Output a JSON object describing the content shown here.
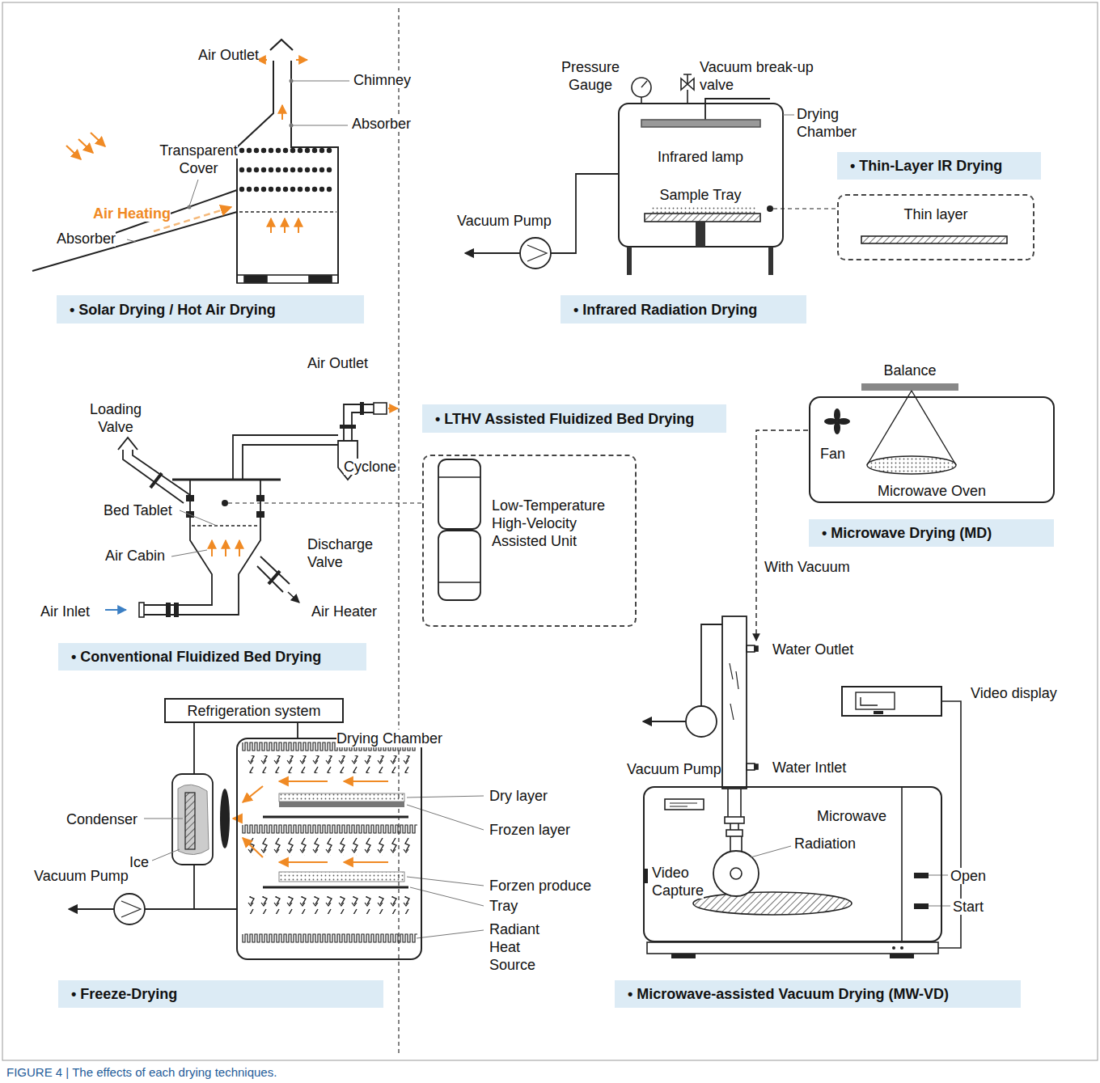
{
  "diagram": {
    "caption": "FIGURE 4 | The effects of each drying techniques.",
    "nodes": [
      {
        "text": [
          "• Solar Drying / Hot Air Drying"
        ]
      },
      {
        "text": [
          "• Thin-Layer IR Drying"
        ]
      },
      {
        "text": [
          "Thin layer"
        ]
      },
      {
        "text": [
          "• Infrared Radiation Drying"
        ]
      },
      {
        "text": [
          "• LTHV Assisted Fluidized Bed Drying"
        ]
      },
      {
        "text": [
          "Low-Temperature High-Velocity Assisted Unit"
        ]
      },
      {
        "text": [
          "Fan",
          "Microwave Oven"
        ]
      },
      {
        "text": [
          "• Microwave Drying (MD)"
        ]
      },
      {
        "text": [
          "• Conventional Fluidized Bed Drying"
        ]
      },
      {
        "text": [
          "Refrigeration system"
        ]
      },
      {
        "text": [
          "Drying Chamber"
        ]
      },
      {
        "text": [
          "• Freeze-Drying"
        ]
      },
      {
        "text": [
          "Video display"
        ]
      },
      {
        "text": [
          "Microwave"
        ]
      },
      {
        "text": [
          "• Microwave-assisted Vacuum Drying (MW-VD)"
        ]
      }
    ],
    "labels": [
      "Air Outlet",
      "Chimney",
      "Absorber",
      "Transparent Cover",
      "Air Heating",
      "Absorber",
      "Pressure Gauge",
      "Vacuum break-up valve",
      "Drying Chamber",
      "Infrared lamp",
      "Sample Tray",
      "Vacuum Pump",
      "Balance",
      "Air Outlet",
      "Loading Valve",
      "Cyclone",
      "Bed Tablet",
      "Air Cabin",
      "Discharge Valve",
      "Air Inlet",
      "Air Heater",
      "With Vacuum",
      "Water Outlet",
      "Water Intlet",
      "Vacuum Pump",
      "Radiation",
      "Video Capture",
      "Open",
      "Start",
      "Condenser",
      "Ice",
      "Vacuum Pump",
      "Dry layer",
      "Frozen layer",
      "Forzen produce",
      "Tray",
      "Radiant Heat Source"
    ]
  }
}
